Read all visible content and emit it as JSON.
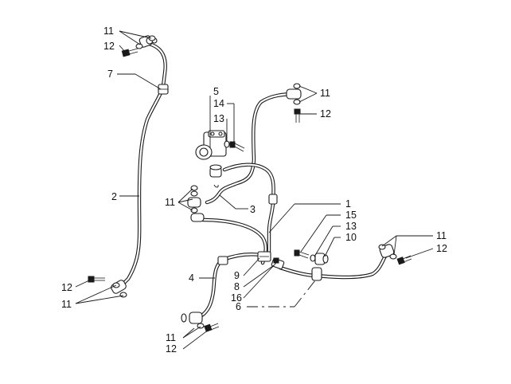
{
  "diagram": {
    "callouts": {
      "c1": "1",
      "c2": "2",
      "c3": "3",
      "c4": "4",
      "c5": "5",
      "c6": "6",
      "c7": "7",
      "c8": "8",
      "c9": "9",
      "c10": "10",
      "c11_top_left": "11",
      "c12_top_left": "12",
      "c11_top_right": "11",
      "c12_top_right": "12",
      "c14": "14",
      "c13_top": "13",
      "c11_mid_left": "11",
      "c15": "15",
      "c13_right": "13",
      "c11_right": "11",
      "c12_right": "12",
      "c16": "16",
      "c12_bottom_left": "12",
      "c11_bottom_left": "11",
      "c11_bottom": "11",
      "c12_bottom": "12"
    }
  }
}
